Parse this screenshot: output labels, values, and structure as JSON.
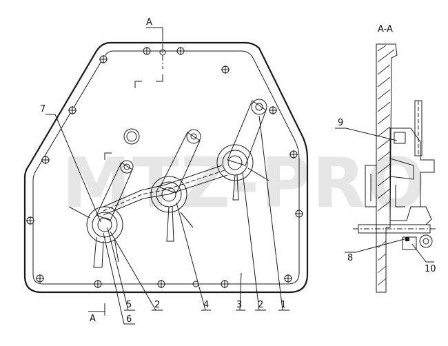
{
  "watermark": "MTZ-PRO",
  "section_marks": {
    "top": "A",
    "bottom": "A",
    "view_title": "A-A"
  },
  "callouts": {
    "c1": "1",
    "c2a": "2",
    "c2b": "2",
    "c3": "3",
    "c4": "4",
    "c5": "5",
    "c6": "6",
    "c7": "7",
    "c8": "8",
    "c9": "9",
    "c10": "10"
  }
}
